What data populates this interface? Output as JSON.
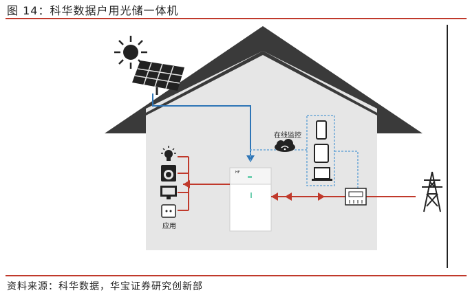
{
  "figure": {
    "title": "图 14：科华数据户用光储一体机",
    "source": "资料来源：科华数据，华宝证券研究创新部"
  },
  "diagram": {
    "monitor_label": "在线监控",
    "appliances_label": "应用",
    "icons": [
      "sun-icon",
      "solar-panel-icon",
      "wifi-cloud-icon",
      "phone-icon",
      "tablet-icon",
      "laptop-icon",
      "bulb-icon",
      "washing-machine-icon",
      "monitor-icon",
      "socket-icon",
      "meter-icon",
      "power-tower-icon"
    ],
    "colors": {
      "house": "#3a3a3a",
      "wall": "#e6e6e6",
      "dc_line": "#2e75b6",
      "ac_line": "#c0392b",
      "monitor_line": "#6aa6d6",
      "accent": "#c0392b"
    }
  }
}
